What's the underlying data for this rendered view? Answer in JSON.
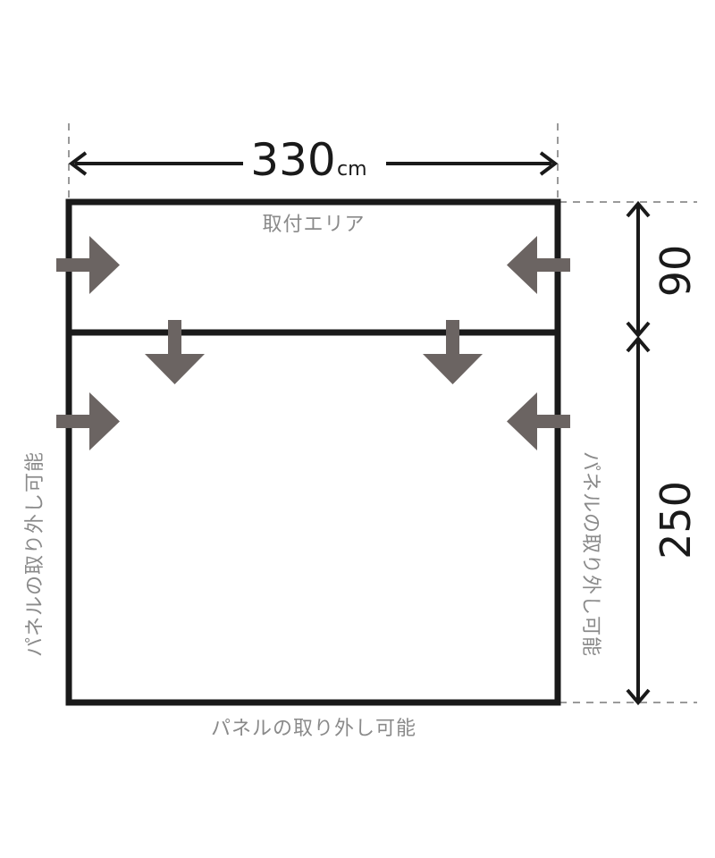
{
  "width_dimension": {
    "value": "330",
    "unit": "cm"
  },
  "height_dimensions": {
    "upper": "90",
    "lower": "250"
  },
  "labels": {
    "mounting_area": "取付エリア",
    "panel_removable_bottom": "パネルの取り外し可能",
    "panel_removable_left": "パネルの取り外し可能",
    "panel_removable_right": "パネルの取り外し可能"
  },
  "colors": {
    "frame": "#1a1a1a",
    "arrow": "#6b6462",
    "label": "#8a8a8a",
    "guide": "#9a9a9a"
  },
  "icons": {
    "push_arrow": "arrow-icon"
  }
}
